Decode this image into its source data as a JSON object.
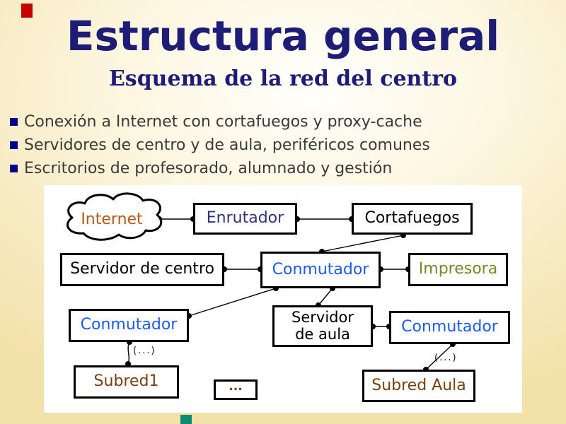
{
  "slide": {
    "title": "Estructura general",
    "subtitle": "Esquema de la red del centro",
    "bullets": [
      "Conexión a Internet con cortafuegos y proxy-cache",
      "Servidores de centro y de aula, periféricos comunes",
      "Escritorios de profesorado, alumnado y gestión"
    ],
    "colors": {
      "title": "#1d1d78",
      "bullet_square": "#00008b",
      "background_edge": "#f2e1a8",
      "red_corner_mark": "#c40000",
      "teal_bottom_mark": "#0d8a72"
    }
  },
  "diagram": {
    "nodes": {
      "internet": {
        "label": "Internet",
        "shape": "cloud",
        "color": "#b35a1a"
      },
      "enrutador": {
        "label": "Enrutador",
        "color": "#32327a"
      },
      "cortafuegos": {
        "label": "Cortafuegos",
        "color": "#000000"
      },
      "servidor_centro": {
        "label": "Servidor de centro",
        "color": "#000000"
      },
      "conmutador_central": {
        "label": "Conmutador",
        "color": "#1a5cf0"
      },
      "impresora": {
        "label": "Impresora",
        "color": "#6f8b28"
      },
      "conmutador_izquierdo": {
        "label": "Conmutador",
        "color": "#1a5cf0"
      },
      "servidor_aula": {
        "label": "Servidor de aula",
        "lines": [
          "Servidor",
          "de aula"
        ],
        "color": "#000000"
      },
      "conmutador_derecho": {
        "label": "Conmutador",
        "color": "#1a5cf0"
      },
      "subred1": {
        "label": "Subred1",
        "color": "#7a3f10"
      },
      "otras_subredes": {
        "label": "...",
        "color": "#7a3f10"
      },
      "subred_aula": {
        "label": "Subred Aula",
        "color": "#7a3f10"
      }
    },
    "edge_labels": {
      "izquierda": "(...)",
      "derecha": "(...)"
    }
  }
}
